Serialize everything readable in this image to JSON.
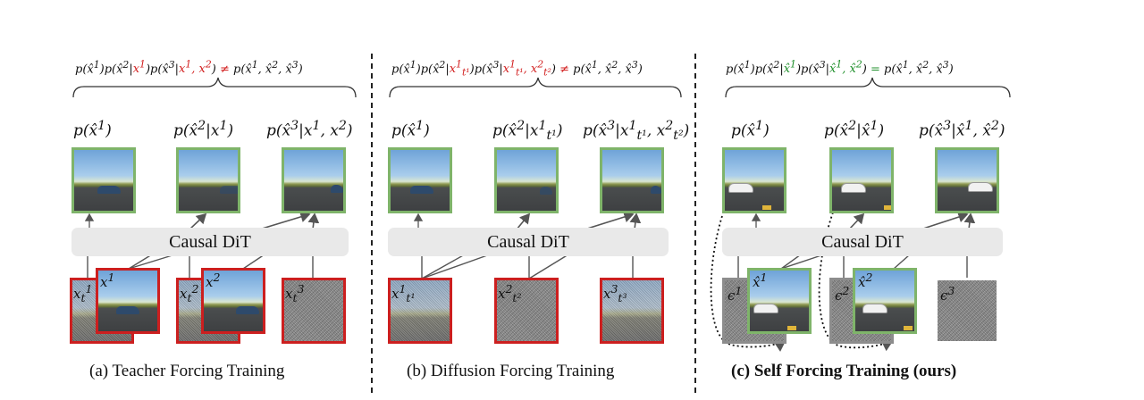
{
  "panels": {
    "teacher": {
      "joint": "p(x̂¹)p(x̂²|x¹)p(x̂³|x¹, x²) ≠ p(x̂¹, x̂², x̂³)",
      "cond": [
        "p(x̂¹)",
        "p(x̂²|x¹)",
        "p(x̂³|x¹, x²)"
      ],
      "dit": "Causal DiT",
      "inputs": [
        "x_t^1",
        "x^1",
        "x_t^2",
        "x^2",
        "x_t^3"
      ],
      "caption": "(a) Teacher Forcing Training"
    },
    "diffusion": {
      "joint": "p(x̂¹)p(x̂²|x¹_{t¹})p(x̂³|x¹_{t¹}, x²_{t²}) ≠ p(x̂¹, x̂², x̂³)",
      "cond": [
        "p(x̂¹)",
        "p(x̂²|x¹_{t¹})",
        "p(x̂³|x¹_{t¹}, x²_{t²})"
      ],
      "dit": "Causal DiT",
      "inputs": [
        "x_{t¹}^1",
        "x_{t²}^2",
        "x_{t³}^3"
      ],
      "caption": "(b) Diffusion Forcing Training"
    },
    "self": {
      "joint": "p(x̂¹)p(x̂²|x̂¹)p(x̂³|x̂¹, x̂²) = p(x̂¹, x̂², x̂³)",
      "cond": [
        "p(x̂¹)",
        "p(x̂²|x̂¹)",
        "p(x̂³|x̂¹, x̂²)"
      ],
      "dit": "Causal DiT",
      "inputs": [
        "ε¹",
        "x̂¹",
        "ε²",
        "x̂²",
        "ε³"
      ],
      "caption": "(c) Self Forcing Training (ours)"
    }
  },
  "colors": {
    "red": "#cc1f1f",
    "green": "#7fb46a",
    "dit_bg": "#e9e9e9"
  }
}
